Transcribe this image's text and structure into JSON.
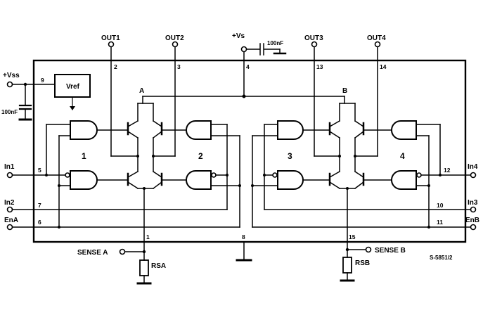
{
  "terminals": {
    "out1": "OUT1",
    "out2": "OUT2",
    "vs": "+Vs",
    "out3": "OUT3",
    "out4": "OUT4",
    "vss": "+Vss",
    "in1": "In1",
    "in2": "In2",
    "ena": "EnA",
    "in4": "In4",
    "in3": "In3",
    "enb": "EnB",
    "sense_a": "SENSE A",
    "sense_b": "SENSE B"
  },
  "pins": {
    "p1": "1",
    "p2": "2",
    "p3": "3",
    "p4": "4",
    "p5": "5",
    "p6": "6",
    "p7": "7",
    "p8": "8",
    "p9": "9",
    "p10": "10",
    "p11": "11",
    "p12": "12",
    "p13": "13",
    "p14": "14",
    "p15": "15"
  },
  "components": {
    "vref": "Vref",
    "cap_vs": "100nF",
    "cap_vss": "100nF",
    "rsa": "RSA",
    "rsb": "RSB"
  },
  "nodes": {
    "a": "A",
    "b": "B"
  },
  "bridge_numbers": {
    "b1": "1",
    "b2": "2",
    "b3": "3",
    "b4": "4"
  },
  "figure_code": "S-5851/2"
}
